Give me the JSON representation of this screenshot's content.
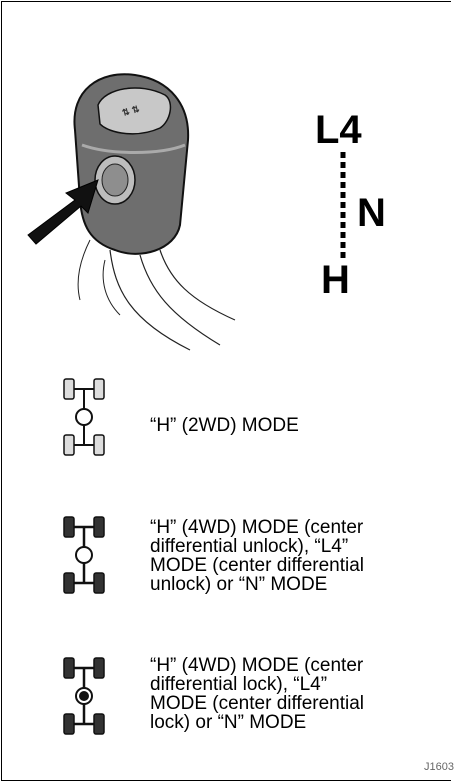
{
  "shift_pattern": {
    "top": "L4",
    "middle": "N",
    "bottom": "H"
  },
  "modes": [
    {
      "icon": "2wd-drivetrain-icon",
      "text": "“H” (2WD) MODE"
    },
    {
      "icon": "4wd-diff-unlock-drivetrain-icon",
      "text": "“H” (4WD) MODE (center\ndifferential unlock), “L4”\nMODE (center differential\nunlock) or “N” MODE"
    },
    {
      "icon": "4wd-diff-lock-drivetrain-icon",
      "text": "“H” (4WD) MODE (center\ndifferential lock), “L4”\nMODE (center differential\nlock) or “N” MODE"
    }
  ],
  "figure_code": "J1603",
  "colors": {
    "knob_dark": "#3a3a3a",
    "knob_mid": "#8a8a8a",
    "knob_light": "#d0d0d0",
    "ink": "#000000"
  }
}
